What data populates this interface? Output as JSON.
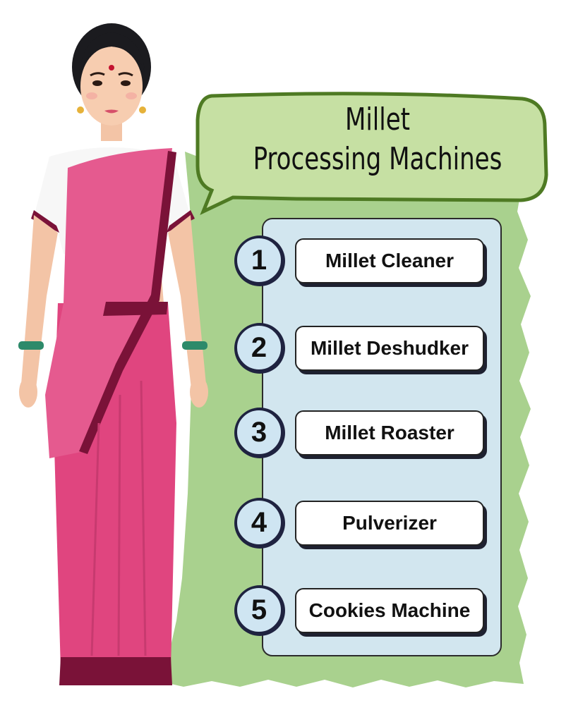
{
  "title": {
    "line1": "Millet",
    "line2": "Processing Machines"
  },
  "items": [
    {
      "number": "1",
      "label": "Millet Cleaner"
    },
    {
      "number": "2",
      "label": "Millet Deshudker"
    },
    {
      "number": "3",
      "label": "Millet Roaster"
    },
    {
      "number": "4",
      "label": "Pulverizer"
    },
    {
      "number": "5",
      "label": "Cookies Machine"
    }
  ],
  "colors": {
    "green_backdrop": "#a9d18e",
    "bubble_fill": "#c6e0a3",
    "bubble_border": "#4e7a23",
    "list_panel": "#d2e6ef",
    "number_fill": "#cfe5f2",
    "saree_pink": "#e0457f",
    "saree_border": "#7a1238"
  }
}
